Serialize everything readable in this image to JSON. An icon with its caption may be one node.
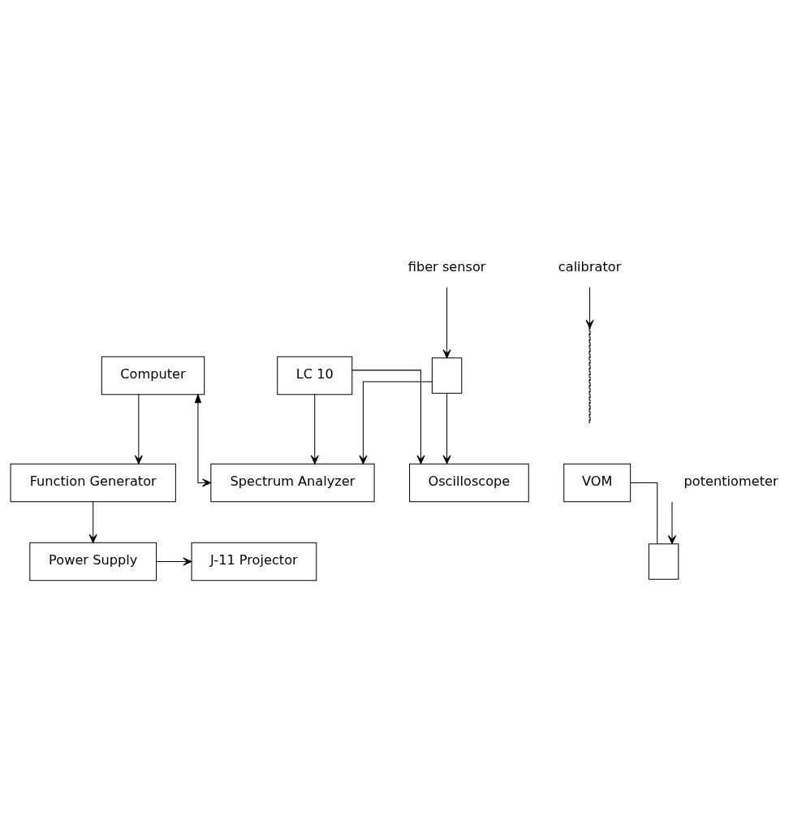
{
  "diagram": {
    "nodes": [
      {
        "text": [
          "Computer"
        ]
      },
      {
        "text": [
          "Function Generator"
        ]
      },
      {
        "text": [
          "VOM"
        ]
      },
      {
        "text": [
          "Spectrum Analyzer"
        ]
      },
      {
        "text": [
          "Oscilloscope"
        ]
      },
      {
        "text": [
          "potentiometer"
        ]
      },
      {
        "text": [],
        "shape": "box"
      },
      {
        "text": [
          "fiber sensor"
        ]
      },
      {
        "text": [],
        "shape": "box"
      },
      {
        "text": [
          "LC 10"
        ]
      },
      {
        "text": [],
        "shape": "line"
      },
      {
        "text": [
          "calibrator"
        ]
      },
      {
        "text": [
          "Power Supply"
        ]
      },
      {
        "text": [
          "J-11 Projector"
        ]
      }
    ],
    "edges": [
      {
        "from": 0,
        "to": 1,
        "arrow": "to"
      },
      {
        "from": 0,
        "to": 3,
        "arrow": "both"
      },
      {
        "from": 1,
        "to": 12,
        "arrow": "to"
      },
      {
        "from": 12,
        "to": 13,
        "arrow": "to"
      },
      {
        "from": 2,
        "to": 6,
        "arrow": "none"
      },
      {
        "from": 8,
        "to": 3,
        "arrow": "to"
      },
      {
        "from": 8,
        "to": 4,
        "arrow": "to"
      },
      {
        "from": 9,
        "to": 3,
        "arrow": "to"
      },
      {
        "from": 9,
        "to": 4,
        "arrow": "to"
      },
      {
        "from": 5,
        "to": 6,
        "arrow": "to"
      },
      {
        "from": 7,
        "to": 8,
        "arrow": "to"
      },
      {
        "from": 11,
        "to": 10,
        "arrow": "to"
      }
    ]
  }
}
